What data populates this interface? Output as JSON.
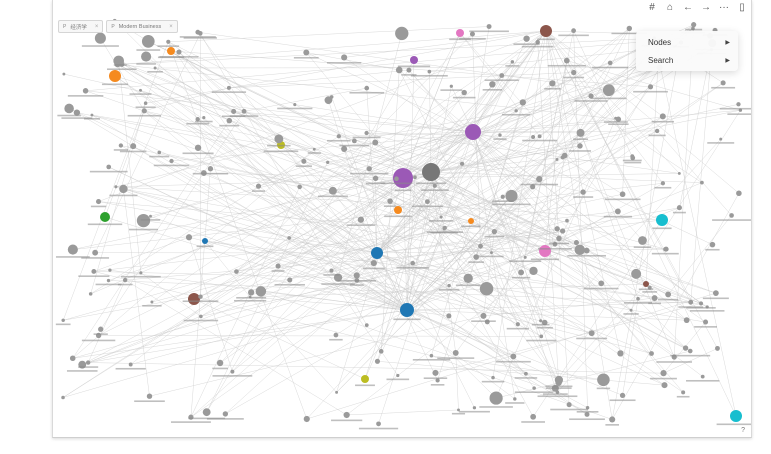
{
  "toolbar": {
    "icons": [
      "hash-icon",
      "home-icon",
      "back-icon",
      "forward-icon",
      "more-icon",
      "sidebar-icon"
    ],
    "hash": "#",
    "home": "⌂",
    "back": "←",
    "forward": "→",
    "more": "···",
    "sidebar": "▯"
  },
  "filters": [
    {
      "tag": "P",
      "label": "经济学"
    },
    {
      "tag": "P",
      "label": "Modern Business"
    }
  ],
  "menu": {
    "nodes_label": "Nodes",
    "search_label": "Search"
  },
  "help_label": "?",
  "colors": {
    "hub": "#9b59b6",
    "orange": "#f58a1f",
    "green": "#2ca02c",
    "blue": "#1f77b4",
    "brown": "#8c564b",
    "pink": "#e377c2",
    "cyan": "#17becf",
    "olive": "#bcbd22",
    "gray": "#9a9a9a"
  }
}
